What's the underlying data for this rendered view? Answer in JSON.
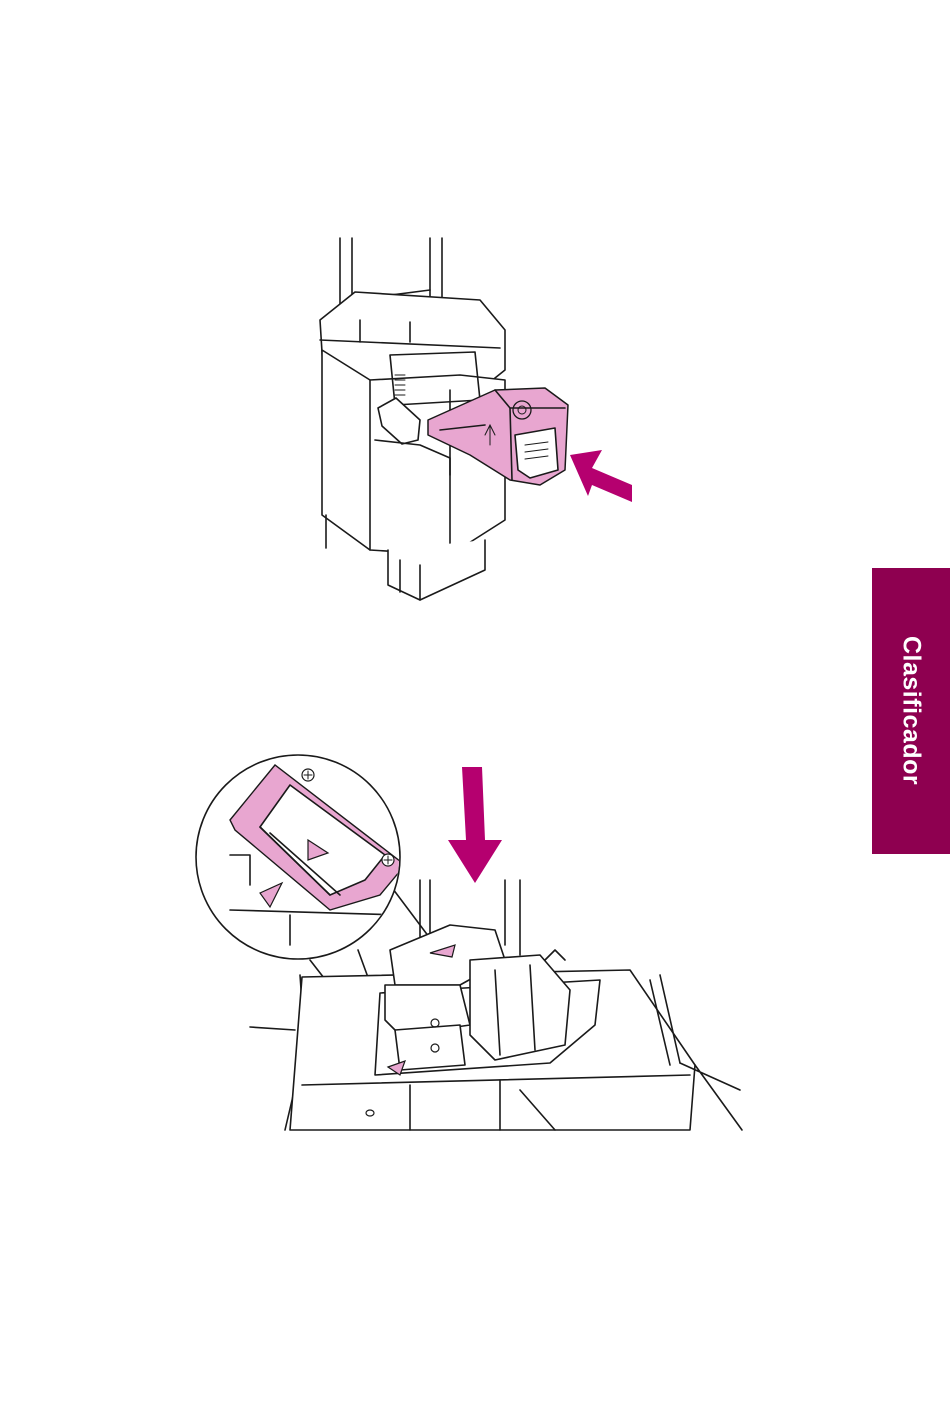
{
  "side_tab": {
    "label": "Clasificador",
    "background": "#8e0050",
    "text_color": "#ffffff"
  },
  "colors": {
    "highlight_pink": "#e8a6d0",
    "arrow_magenta": "#b5006f",
    "line": "#1a1a1a"
  },
  "figures": [
    {
      "name": "staple-cartridge-insert",
      "arrow": "arrow-left-icon"
    },
    {
      "name": "cartridge-press-down-with-detail",
      "arrow": "arrow-down-icon"
    }
  ]
}
